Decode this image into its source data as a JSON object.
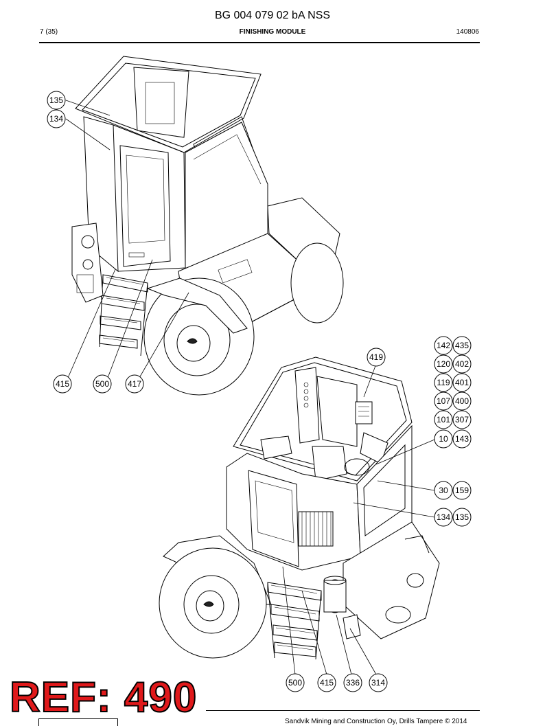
{
  "header": {
    "title": "BG 004 079 02 bA NSS",
    "page": "7 (35)",
    "section": "FINISHING MODULE",
    "date": "140806"
  },
  "callouts_top": [
    "135",
    "134",
    "415",
    "500",
    "417"
  ],
  "callouts_bottom": [
    "419",
    "142",
    "435",
    "120",
    "402",
    "119",
    "401",
    "107",
    "400",
    "101",
    "307",
    "10",
    "143",
    "30",
    "159",
    "134",
    "135",
    "500",
    "415",
    "336",
    "314"
  ],
  "stamp": {
    "text": "REF: 490",
    "color": "#e0191b"
  },
  "footer": {
    "text": "Sandvik Mining and Construction Oy, Drills Tampere © 2014"
  }
}
